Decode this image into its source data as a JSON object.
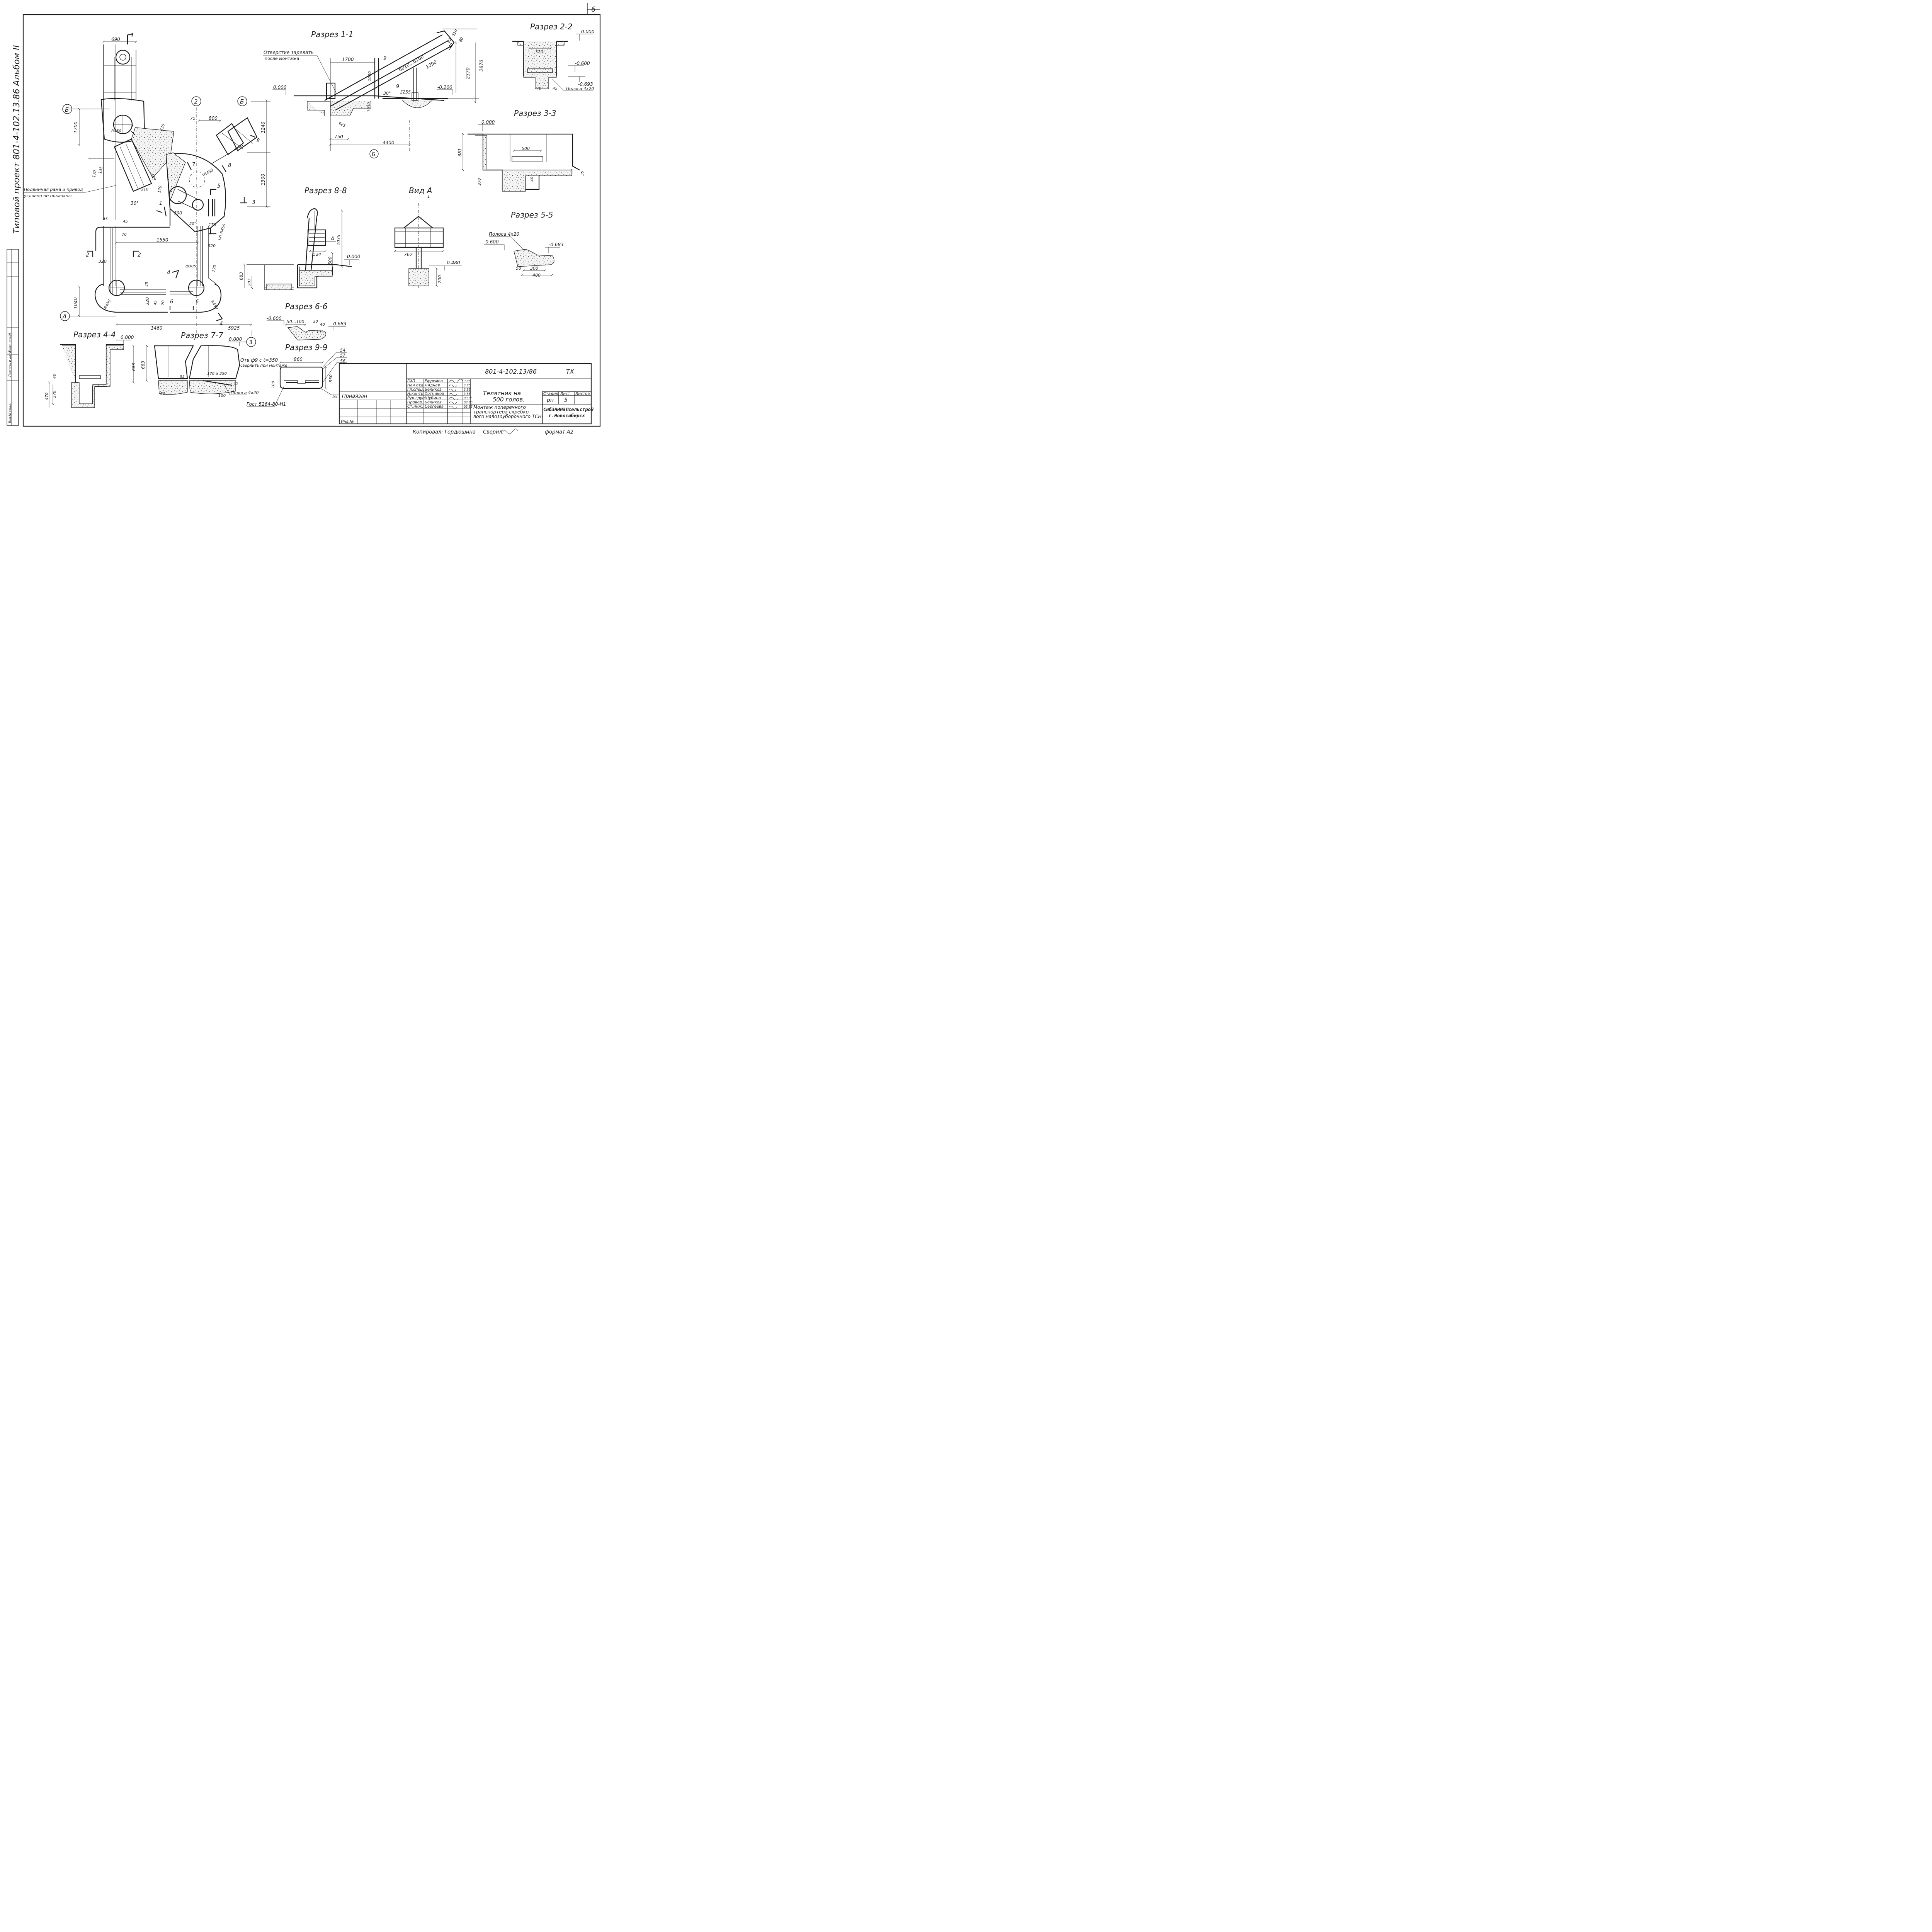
{
  "sheet": {
    "number": "6",
    "side_title": "Типовой проект 801-4-102.13.86 Альбом II",
    "format": "формат А2",
    "copied_by": "Копировал: Гордюшина",
    "checked_by": "Сверил:"
  },
  "left_strip": {
    "col_labels": [
      "Инв.№ подл.",
      "Подпись и дата",
      "Взам. инв.№"
    ]
  },
  "plan": {
    "axis_b": "Б",
    "axis_a": "А",
    "axis_2": "2",
    "axis_3": "3",
    "note": [
      "Подвинная рама и привод",
      "условно не показаны"
    ],
    "dims": {
      "d690": "690",
      "d1700": "1700",
      "d1040": "1040",
      "d1460": "1460",
      "d5925": "5925",
      "d1550": "1550",
      "d800": "800",
      "d75": "75",
      "d1240": "1240",
      "d1300": "1300",
      "d320a": "320",
      "d320b": "320",
      "d320c": "320",
      "d45a": "45",
      "d45b": "45",
      "d45c": "45",
      "d45d": "45",
      "d70a": "70",
      "d70b": "70",
      "d500": "500",
      "d170a": "170",
      "d170b": "170",
      "d170c": "170",
      "d210": "210",
      "d485": "485",
      "d430": "430",
      "d135": "135",
      "r450a": "R450",
      "r450b": "R450",
      "r450c": "R450",
      "r450d": "R450",
      "phi305": "ф305",
      "a30": "30°",
      "a20": "20°"
    },
    "cuts": {
      "c1a": "1",
      "c1b": "1",
      "c2a": "2",
      "c2b": "2",
      "c3": "3",
      "c4a": "4",
      "c4b": "4",
      "c5a": "5",
      "c5b": "5",
      "c6a": "6",
      "c6b": "6",
      "c7a": "7",
      "c7b": "7",
      "c8a": "8",
      "c8b": "8"
    }
  },
  "sec_1_1": {
    "title": "Разрез 1-1",
    "note": [
      "Отверстие заделать",
      "после монтажа"
    ],
    "dims": {
      "d1700": "1700",
      "d6010": "6010...6160",
      "d1290": "1290",
      "d2370": "2370",
      "d2870": "2870",
      "d1000": "1000",
      "d1030": "1030",
      "d4400": "4400",
      "d750": "750",
      "d425": "425",
      "d240": "240",
      "d510": "510",
      "d80": "80",
      "d82": "82",
      "d6255": "£255",
      "a30": "30°",
      "c9a": "9",
      "c9b": "9"
    },
    "levels": {
      "l0": "0.000",
      "lm200": "-0.200"
    },
    "axis": "Б"
  },
  "sec_2_2": {
    "title": "Разрез 2-2",
    "l0": "0.000",
    "lm600": "-0.600",
    "lm693": "-0.693",
    "d320": "320",
    "d70": "70",
    "d45": "45",
    "strip": "Полоса 4х20"
  },
  "sec_3_3": {
    "title": "Разрез 3-3",
    "l0": "0.000",
    "d500": "500",
    "d683": "683",
    "d370": "370",
    "d40": "40",
    "d35": "35"
  },
  "sec_5_5": {
    "title": "Разрез 5-5",
    "strip": "Полоса 4х20",
    "lm600": "-0.600",
    "lm683": "-0.683",
    "d50": "50",
    "d300": "300",
    "d400": "400"
  },
  "sec_8_8": {
    "title": "Разрез 8-8",
    "mark_a": "А",
    "d1035": "1035",
    "d524": "524",
    "d500": "500",
    "d683": "683",
    "d203": "203",
    "l0": "0.000"
  },
  "view_a": {
    "title": "Вид А",
    "sub": "1",
    "d762": "762",
    "d200": "200",
    "lm480": "-0.480"
  },
  "sec_6_6": {
    "title": "Разрез 6-6",
    "lm600": "-0.600",
    "lm683": "-0.683",
    "d50_100": "50...100",
    "d30": "30",
    "d40": "40",
    "a30": "30°"
  },
  "sec_9_9": {
    "title": "Разрез 9-9",
    "d860": "860",
    "d100": "100",
    "d350": "350",
    "s54": "54",
    "s57": "57",
    "s56": "56",
    "s55": "55",
    "hole": [
      "Отв ф9 с t=350",
      "сверлить при монтаже"
    ],
    "gost": "Гост 5264-80-Н1"
  },
  "sec_4_4": {
    "title": "Разрез 4-4",
    "l0": "0.000",
    "d683": "683",
    "d40": "40",
    "d370": "370",
    "d470": "470"
  },
  "sec_7_7": {
    "title": "Разрез 7-7",
    "l0": "0.000",
    "axis": "3",
    "d683": "683",
    "d35": "35",
    "d50": "50",
    "d170": "170 и 250",
    "d100": "100",
    "d15": "15",
    "strip": "Полоса 4х20"
  },
  "title_block": {
    "code": "801-4-102.13/86",
    "part": "ТХ",
    "privyazan": "Привязан",
    "inv": "Инв.№",
    "roles": [
      "ГИП",
      "Нач.отд.",
      "Гл.спец.",
      "Н.контр.",
      "Рук.груп.",
      "Провер.",
      "Ст.инж."
    ],
    "names": [
      "Ефремов",
      "Лиднев",
      "Беликов",
      "Сотников",
      "Шубина",
      "Беликов",
      "Сергеева"
    ],
    "dates": [
      "3.85",
      "3.85",
      "3.85",
      "3.85",
      "03.85",
      "03.85",
      "03.85"
    ],
    "object": [
      "Телятник на",
      "500 голов."
    ],
    "sheet_title": [
      "Монтаж поперечного",
      "транспортера скребко-",
      "вого навозоуборочного ТСН-"
    ],
    "stage_h": "Стадия",
    "sheet_h": "Лист",
    "sheets_h": "Листов",
    "stage": "рп",
    "sheet_no": "5",
    "sheets": "",
    "org": [
      "СибЗНИИЭПсельстрой",
      "г.Новосибирск"
    ]
  }
}
